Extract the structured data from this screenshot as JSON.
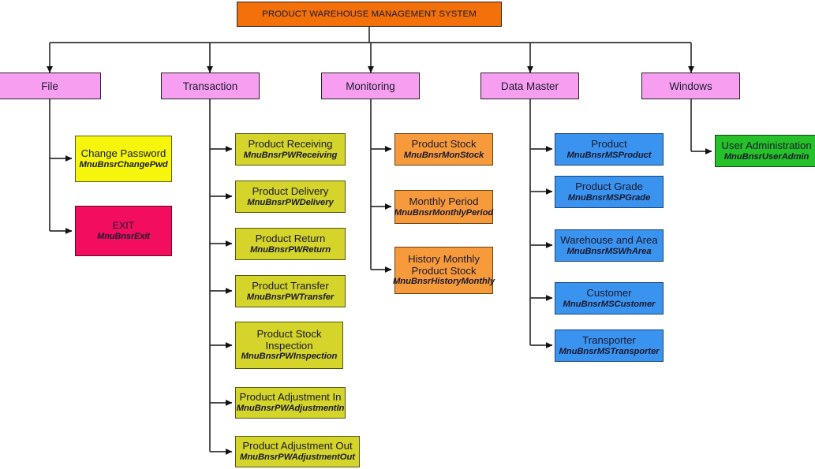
{
  "diagram": {
    "title": "Product Warehouse Management System menu structure chart",
    "colors": {
      "root_fill": "#f4700a",
      "level2_fill": "#f79ef0",
      "transaction_fill": "#d4d42a",
      "change_password_fill": "#f6f60d",
      "exit_fill": "#f20d5f",
      "monitoring_fill": "#f79a3c",
      "data_master_fill": "#3a93ef",
      "windows_fill": "#26c12a",
      "stroke": "#262626",
      "text": "#1a1a2e",
      "background": "#ffffff"
    },
    "root": {
      "label": "PRODUCT WAREHOUSE MANAGEMENT SYSTEM"
    },
    "level2": [
      {
        "label": "File"
      },
      {
        "label": "Transaction"
      },
      {
        "label": "Monitoring"
      },
      {
        "label": "Data Master"
      },
      {
        "label": "Windows"
      }
    ],
    "file_children": [
      {
        "label": "Change Password",
        "code": "MnuBnsrChangePwd"
      },
      {
        "label": "EXIT",
        "code": "MnuBnsrExit"
      }
    ],
    "transaction_children": [
      {
        "label": "Product Receiving",
        "code": "MnuBnsrPWReceiving"
      },
      {
        "label": "Product Delivery",
        "code": "MnuBnsrPWDelivery"
      },
      {
        "label": "Product Return",
        "code": "MnuBnsrPWReturn"
      },
      {
        "label": "Product Transfer",
        "code": "MnuBnsrPWTransfer"
      },
      {
        "label": "Product Stock Inspection",
        "code": "MnuBnsrPWInspection"
      },
      {
        "label": "Product Adjustment In",
        "code": "MnuBnsrPWAdjustmentIn"
      },
      {
        "label": "Product Adjustment Out",
        "code": "MnuBnsrPWAdjustmentOut"
      }
    ],
    "monitoring_children": [
      {
        "label": "Product Stock",
        "code": "MnuBnsrMonStock"
      },
      {
        "label": "Monthly Period",
        "code": "MnuBnsrMonthlyPeriod"
      },
      {
        "label": "History Monthly Product Stock",
        "code": "MnuBnsrHistoryMonthly"
      }
    ],
    "data_master_children": [
      {
        "label": "Product",
        "code": "MnuBnsrMSProduct"
      },
      {
        "label": "Product Grade",
        "code": "MnuBnsrMSPGrade"
      },
      {
        "label": "Warehouse and Area",
        "code": "MnuBnsrMSWhArea"
      },
      {
        "label": "Customer",
        "code": "MnuBnsrMSCustomer"
      },
      {
        "label": "Transporter",
        "code": "MnuBnsrMSTransporter"
      }
    ],
    "windows_children": [
      {
        "label": "User Administration",
        "code": "MnuBnsrUserAdmin"
      }
    ]
  }
}
